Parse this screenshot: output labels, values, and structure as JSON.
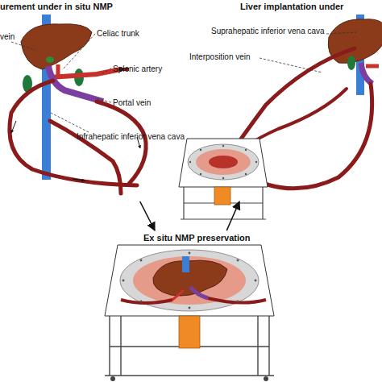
{
  "diagram": {
    "nodes": [
      {
        "text": [
          "urement under in situ NMP"
        ]
      },
      {
        "text": [
          "Liver implantation under"
        ]
      },
      {
        "text": [
          "Ex situ NMP preservation"
        ]
      }
    ],
    "edges": [
      {
        "from": 0,
        "to": 2,
        "arrow": "to"
      },
      {
        "from": 2,
        "to": 1,
        "arrow": "to"
      }
    ],
    "labels": [
      "vein",
      "Celiac trunk",
      "Splenic artery",
      "Portal vein",
      "Infrahepatic inferior vena cava",
      "Suprahepatic inferior vena cava",
      "Interposition vein"
    ]
  }
}
